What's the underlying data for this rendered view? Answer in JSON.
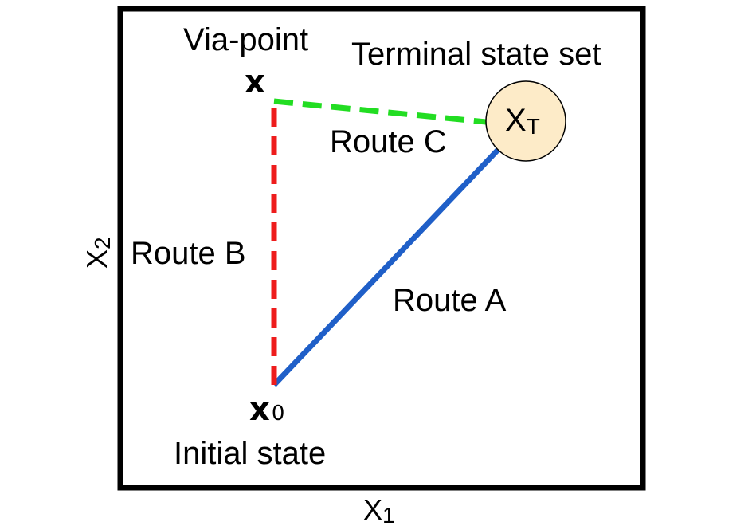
{
  "diagram": {
    "labels": {
      "via_point": "Via-point",
      "terminal_state_set": "Terminal state set",
      "initial_state": "Initial state",
      "route_a": "Route A",
      "route_b": "Route B",
      "route_c": "Route C"
    },
    "symbols": {
      "via_point": "x",
      "initial_state_base": "x",
      "initial_state_sub": "0",
      "terminal_base": "X",
      "terminal_sub": "T"
    },
    "axes": {
      "x_base": "X",
      "x_sub": "1",
      "y_base": "X",
      "y_sub": "2"
    },
    "colors": {
      "route_a": "#1f5fc8",
      "route_b": "#ee1c1c",
      "route_c": "#22dd22",
      "terminal_fill": "#fdebc8",
      "frame": "#000000"
    }
  }
}
